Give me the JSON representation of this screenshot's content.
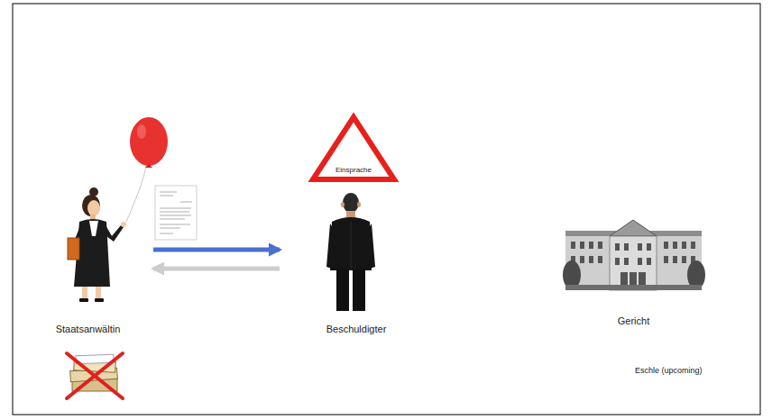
{
  "diagram": {
    "nodes": [
      {
        "text": [
          "Staatsanwältin"
        ]
      },
      {
        "text": [
          "Einsprache"
        ]
      },
      {
        "text": [
          "Beschuldigter"
        ]
      },
      {
        "text": [
          "Gericht"
        ]
      }
    ],
    "edges": [
      {
        "from": 0,
        "to": 2,
        "arrow": "to"
      },
      {
        "from": 2,
        "to": 0,
        "arrow": "to"
      }
    ],
    "labels": [
      "Eschle (upcoming)"
    ]
  }
}
